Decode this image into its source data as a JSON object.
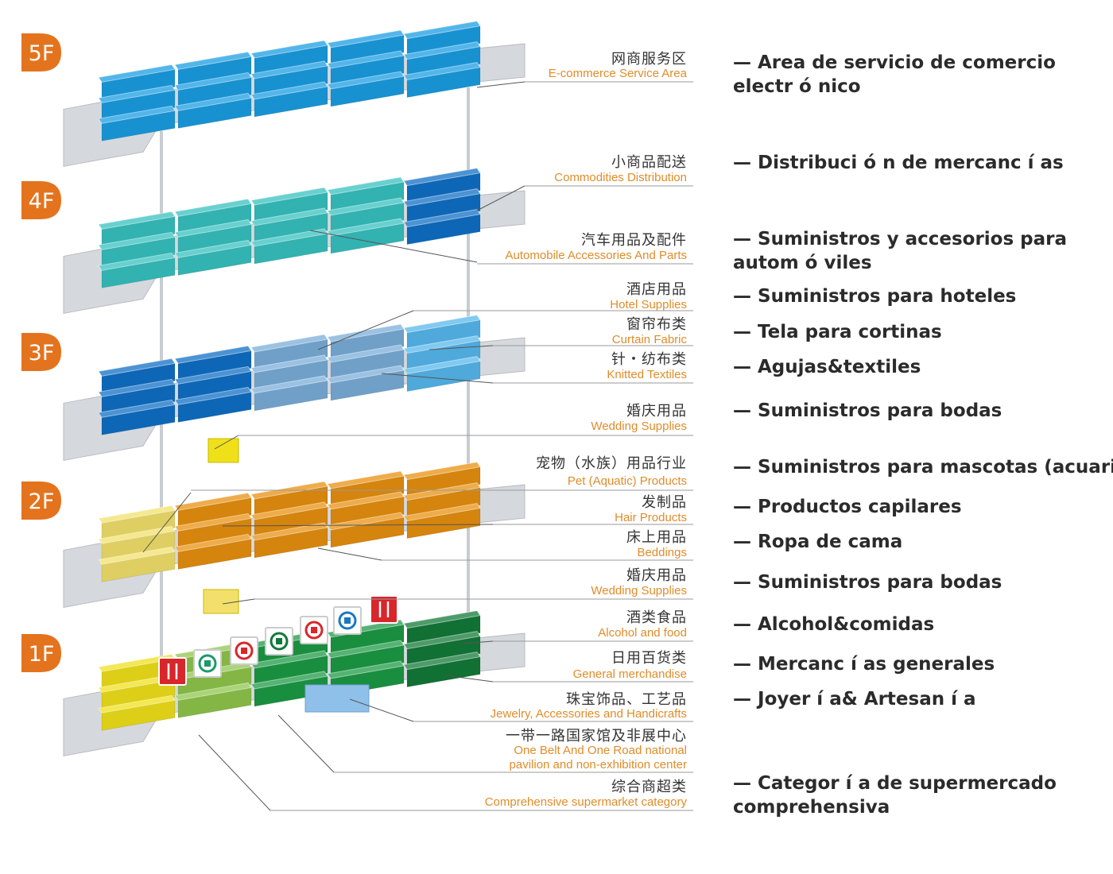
{
  "colors": {
    "badge": "#e4731e",
    "floor5": "#1a9ee3",
    "floor4": "#36c2c0",
    "floor3_dark": "#0f6fc6",
    "floor3_light": "#7aaed9",
    "floor3_pale": "#56b8ee",
    "floor2_orange": "#e8900e",
    "floor2_yellow": "#f2e06a",
    "floor2_green": "#98c945",
    "floor1_green": "#1c9a45",
    "floor1_darkgreen": "#137a37",
    "floor1_yellow": "#f0e01a",
    "floor1_lightgreen": "#8fc64b",
    "floor1_blue": "#8fc0ea",
    "slab": "#d5d9dd",
    "english_text": "#e08c2a"
  },
  "floors": [
    {
      "id": "5F",
      "label": "5F"
    },
    {
      "id": "4F",
      "label": "4F"
    },
    {
      "id": "3F",
      "label": "3F"
    },
    {
      "id": "2F",
      "label": "2F"
    },
    {
      "id": "1F",
      "label": "1F"
    }
  ],
  "zones": [
    {
      "cn": "网商服务区",
      "en": [
        "E-commerce Service Area"
      ],
      "es": [
        "— Area de servicio de comercio",
        "electr ó nico"
      ]
    },
    {
      "cn": "小商品配送",
      "en": [
        "Commodities Distribution"
      ],
      "es": [
        "— Distribuci ó n de mercanc í as"
      ]
    },
    {
      "cn": "汽车用品及配件",
      "en": [
        "Automobile Accessories And Parts"
      ],
      "es": [
        "— Suministros y accesorios para",
        "autom ó viles"
      ]
    },
    {
      "cn": "酒店用品",
      "en": [
        "Hotel Supplies"
      ],
      "es": [
        "— Suministros para hoteles"
      ]
    },
    {
      "cn": "窗帘布类",
      "en": [
        "Curtain Fabric"
      ],
      "es": [
        "— Tela para cortinas"
      ]
    },
    {
      "cn": "针・纺布类",
      "en": [
        "Knitted Textiles"
      ],
      "es": [
        "— Agujas&textiles"
      ]
    },
    {
      "cn": "婚庆用品",
      "en": [
        "Wedding Supplies"
      ],
      "es": [
        "— Suministros para bodas"
      ]
    },
    {
      "cn": "宠物（水族）用品行业",
      "en": [
        "Pet (Aquatic) Products"
      ],
      "es": [
        "— Suministros para mascotas (acuarios)"
      ]
    },
    {
      "cn": "发制品",
      "en": [
        "Hair Products"
      ],
      "es": [
        "— Productos capilares"
      ]
    },
    {
      "cn": "床上用品",
      "en": [
        "Beddings"
      ],
      "es": [
        "— Ropa de cama"
      ]
    },
    {
      "cn": "婚庆用品",
      "en": [
        "Wedding Supplies"
      ],
      "es": [
        "— Suministros para bodas"
      ]
    },
    {
      "cn": "酒类食品",
      "en": [
        "Alcohol and food"
      ],
      "es": [
        "— Alcohol&comidas"
      ]
    },
    {
      "cn": "日用百货类",
      "en": [
        "General merchandise"
      ],
      "es": [
        "— Mercanc í as generales"
      ]
    },
    {
      "cn": "珠宝饰品、工艺品",
      "en": [
        "Jewelry, Accessories and Handicrafts"
      ],
      "es": [
        "— Joyer í a& Artesan í a"
      ]
    },
    {
      "cn": "一带一路国家馆及非展中心",
      "en": [
        "One Belt And One Road national",
        "pavilion and non-exhibition center"
      ],
      "es": []
    },
    {
      "cn": "综合商超类",
      "en": [
        "Comprehensive supermarket category"
      ],
      "es": [
        "— Categor í a de supermercado",
        "comprehensiva"
      ]
    }
  ],
  "icons": [
    "restaurant-icon",
    "bank-icon",
    "bank-icon",
    "bank-icon",
    "bank-icon",
    "bank-icon",
    "restaurant-icon"
  ]
}
